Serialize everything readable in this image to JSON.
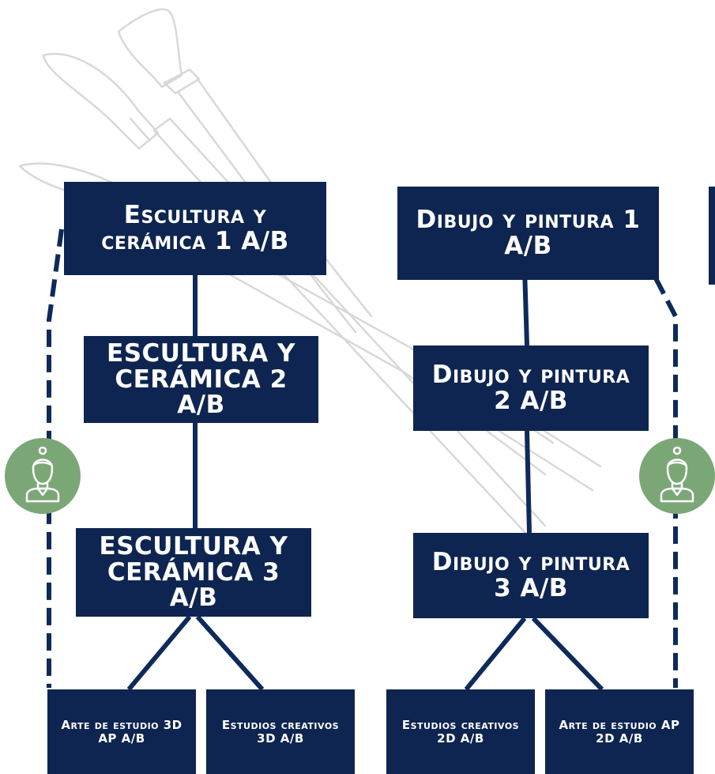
{
  "nodes": {
    "sculpture_1": "Escultura y cerámica 1 A/B",
    "sculpture_2": "ESCULTURA Y CERÁMICA 2 A/B",
    "sculpture_3": "ESCULTURA Y CERÁMICA 3 A/B",
    "drawing_1": "Dibujo y pintura 1 A/B",
    "drawing_2": "Dibujo y pintura 2 A/B",
    "drawing_3": "Dibujo y pintura 3 A/B",
    "ap_3d": "Arte de estudio 3D AP A/B",
    "creative_3d": "Estudios creativos 3D A/B",
    "creative_2d": "Estudios creativos 2D A/B",
    "ap_2d": "Arte de estudio AP 2D A/B"
  },
  "icons": {
    "background": "paintbrushes-icon",
    "advisor": "person-icon"
  },
  "colors": {
    "node_fill": "#0d2550",
    "node_text": "#ffffff",
    "connector": "#0d2a5a",
    "avatar_fill": "#7ba776",
    "brush_outline": "#d5d5d5"
  }
}
